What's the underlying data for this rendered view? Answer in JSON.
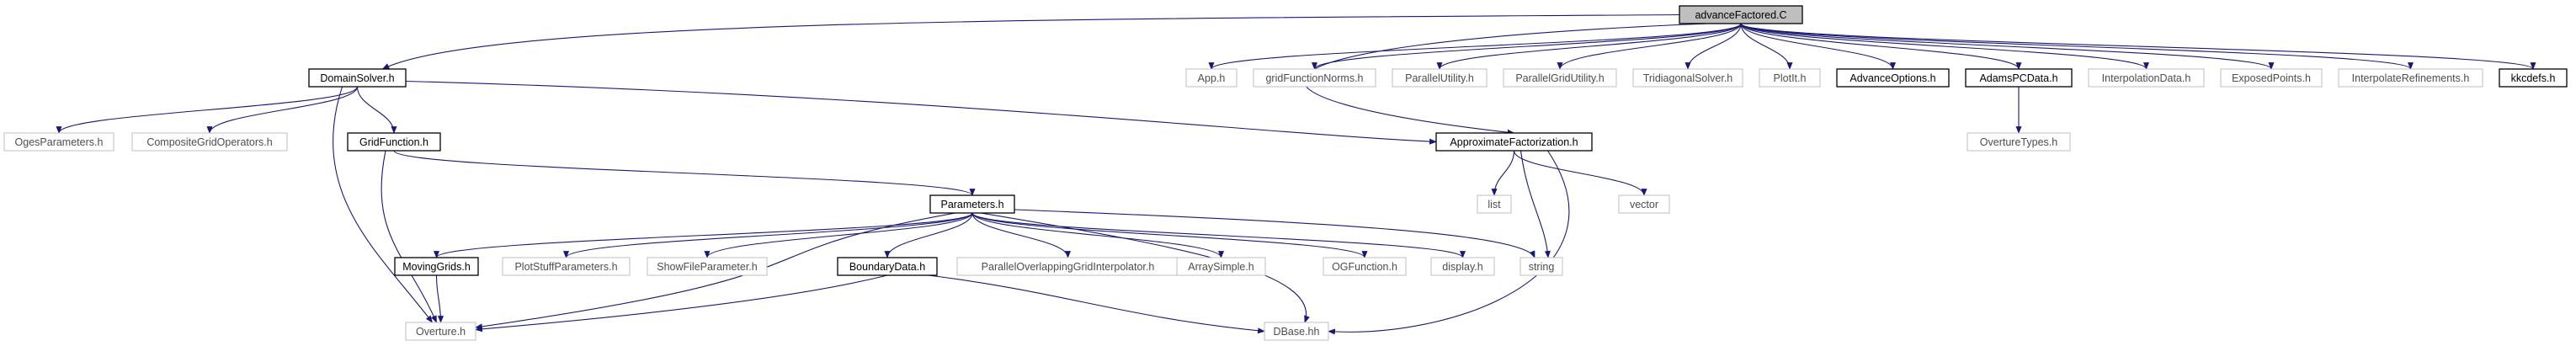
{
  "colors": {
    "edge": "#191970",
    "node_border_solid": "#000000",
    "node_border_muted": "#bfbfbf",
    "node_fill": "#ffffff",
    "root_fill": "#bfbfbf",
    "text": "#000000",
    "muted_text": "#4d4d4d"
  },
  "nodes": [
    {
      "id": "root",
      "label": "advanceFactored.C",
      "style": "root"
    },
    {
      "id": "domainsolver",
      "label": "DomainSolver.h",
      "style": "solid"
    },
    {
      "id": "apph",
      "label": "App.h",
      "style": "muted"
    },
    {
      "id": "gridfunctionnorms",
      "label": "gridFunctionNorms.h",
      "style": "muted"
    },
    {
      "id": "parallelutility",
      "label": "ParallelUtility.h",
      "style": "muted"
    },
    {
      "id": "parallelgridutility",
      "label": "ParallelGridUtility.h",
      "style": "muted"
    },
    {
      "id": "tridiagonalsolver",
      "label": "TridiagonalSolver.h",
      "style": "muted"
    },
    {
      "id": "plotit",
      "label": "PlotIt.h",
      "style": "muted"
    },
    {
      "id": "advanceoptions",
      "label": "AdvanceOptions.h",
      "style": "solid"
    },
    {
      "id": "adamspcdata",
      "label": "AdamsPCData.h",
      "style": "solid"
    },
    {
      "id": "interpolationdata",
      "label": "InterpolationData.h",
      "style": "muted"
    },
    {
      "id": "exposedpoints",
      "label": "ExposedPoints.h",
      "style": "muted"
    },
    {
      "id": "interpolaterefinements",
      "label": "InterpolateRefinements.h",
      "style": "muted"
    },
    {
      "id": "kkcdefs",
      "label": "kkcdefs.h",
      "style": "solid"
    },
    {
      "id": "ogesparameters",
      "label": "OgesParameters.h",
      "style": "muted"
    },
    {
      "id": "compositegridoperators",
      "label": "CompositeGridOperators.h",
      "style": "muted"
    },
    {
      "id": "gridfunction",
      "label": "GridFunction.h",
      "style": "solid"
    },
    {
      "id": "approximatefactorization",
      "label": "ApproximateFactorization.h",
      "style": "solid"
    },
    {
      "id": "overturetypes",
      "label": "OvertureTypes.h",
      "style": "muted"
    },
    {
      "id": "list",
      "label": "list",
      "style": "muted"
    },
    {
      "id": "vector",
      "label": "vector",
      "style": "muted"
    },
    {
      "id": "parameters",
      "label": "Parameters.h",
      "style": "solid"
    },
    {
      "id": "movinggrids",
      "label": "MovingGrids.h",
      "style": "solid"
    },
    {
      "id": "plotstuffparameters",
      "label": "PlotStuffParameters.h",
      "style": "muted"
    },
    {
      "id": "showfileparameter",
      "label": "ShowFileParameter.h",
      "style": "muted"
    },
    {
      "id": "boundarydata",
      "label": "BoundaryData.h",
      "style": "solid"
    },
    {
      "id": "paralleloverlapping",
      "label": "ParallelOverlappingGridInterpolator.h",
      "style": "muted"
    },
    {
      "id": "arraysimple",
      "label": "ArraySimple.h",
      "style": "muted"
    },
    {
      "id": "ogfunction",
      "label": "OGFunction.h",
      "style": "muted"
    },
    {
      "id": "display",
      "label": "display.h",
      "style": "muted"
    },
    {
      "id": "string",
      "label": "string",
      "style": "muted"
    },
    {
      "id": "overture",
      "label": "Overture.h",
      "style": "muted"
    },
    {
      "id": "dbase",
      "label": "DBase.hh",
      "style": "muted"
    }
  ],
  "edges": [
    [
      "root",
      "domainsolver"
    ],
    [
      "root",
      "apph"
    ],
    [
      "root",
      "gridfunctionnorms"
    ],
    [
      "root",
      "parallelutility"
    ],
    [
      "root",
      "parallelgridutility"
    ],
    [
      "root",
      "tridiagonalsolver"
    ],
    [
      "root",
      "plotit"
    ],
    [
      "root",
      "advanceoptions"
    ],
    [
      "root",
      "adamspcdata"
    ],
    [
      "root",
      "interpolationdata"
    ],
    [
      "root",
      "exposedpoints"
    ],
    [
      "root",
      "interpolaterefinements"
    ],
    [
      "root",
      "kkcdefs"
    ],
    [
      "root",
      "approximatefactorization"
    ],
    [
      "domainsolver",
      "ogesparameters"
    ],
    [
      "domainsolver",
      "compositegridoperators"
    ],
    [
      "domainsolver",
      "gridfunction"
    ],
    [
      "domainsolver",
      "approximatefactorization"
    ],
    [
      "domainsolver",
      "overture"
    ],
    [
      "adamspcdata",
      "overturetypes"
    ],
    [
      "gridfunction",
      "parameters"
    ],
    [
      "gridfunction",
      "overture"
    ],
    [
      "approximatefactorization",
      "list"
    ],
    [
      "approximatefactorization",
      "vector"
    ],
    [
      "approximatefactorization",
      "string"
    ],
    [
      "approximatefactorization",
      "dbase"
    ],
    [
      "parameters",
      "movinggrids"
    ],
    [
      "parameters",
      "plotstuffparameters"
    ],
    [
      "parameters",
      "showfileparameter"
    ],
    [
      "parameters",
      "boundarydata"
    ],
    [
      "parameters",
      "paralleloverlapping"
    ],
    [
      "parameters",
      "arraysimple"
    ],
    [
      "parameters",
      "ogfunction"
    ],
    [
      "parameters",
      "display"
    ],
    [
      "parameters",
      "string"
    ],
    [
      "parameters",
      "overture"
    ],
    [
      "parameters",
      "dbase"
    ],
    [
      "movinggrids",
      "overture"
    ],
    [
      "boundarydata",
      "overture"
    ],
    [
      "boundarydata",
      "dbase"
    ]
  ]
}
